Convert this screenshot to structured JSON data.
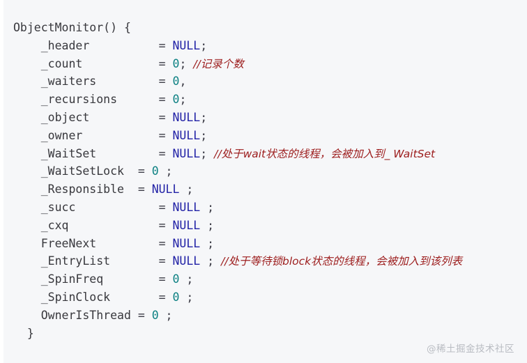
{
  "page": {
    "kind": "code-snippet",
    "language": "cpp",
    "background_color": "#f6f7f9",
    "gutter_color": "#ffffff"
  },
  "theme": {
    "plain_color": "#38383d",
    "operator_color": "#3c3c46",
    "keyword_color": "#2222a6",
    "number_color": "#0d8183",
    "comment_color": "#9c1c1c",
    "watermark_color": "#b9bcc2"
  },
  "watermark": {
    "text": "@稀土掘金技术社区"
  },
  "code": {
    "lines": [
      {
        "tokens": [
          {
            "t": "ObjectMonitor() {",
            "c": "plain"
          }
        ]
      },
      {
        "tokens": [
          {
            "t": "    _header          ",
            "c": "plain"
          },
          {
            "t": "= ",
            "c": "op"
          },
          {
            "t": "NULL",
            "c": "keyword"
          },
          {
            "t": ";",
            "c": "op"
          }
        ]
      },
      {
        "tokens": [
          {
            "t": "    _count           ",
            "c": "plain"
          },
          {
            "t": "= ",
            "c": "op"
          },
          {
            "t": "0",
            "c": "number"
          },
          {
            "t": "; ",
            "c": "op"
          },
          {
            "t": "//记录个数",
            "c": "comment"
          }
        ]
      },
      {
        "tokens": [
          {
            "t": "    _waiters         ",
            "c": "plain"
          },
          {
            "t": "= ",
            "c": "op"
          },
          {
            "t": "0",
            "c": "number"
          },
          {
            "t": ",",
            "c": "op"
          }
        ]
      },
      {
        "tokens": [
          {
            "t": "    _recursions      ",
            "c": "plain"
          },
          {
            "t": "= ",
            "c": "op"
          },
          {
            "t": "0",
            "c": "number"
          },
          {
            "t": ";",
            "c": "op"
          }
        ]
      },
      {
        "tokens": [
          {
            "t": "    _object          ",
            "c": "plain"
          },
          {
            "t": "= ",
            "c": "op"
          },
          {
            "t": "NULL",
            "c": "keyword"
          },
          {
            "t": ";",
            "c": "op"
          }
        ]
      },
      {
        "tokens": [
          {
            "t": "    _owner           ",
            "c": "plain"
          },
          {
            "t": "= ",
            "c": "op"
          },
          {
            "t": "NULL",
            "c": "keyword"
          },
          {
            "t": ";",
            "c": "op"
          }
        ]
      },
      {
        "tokens": [
          {
            "t": "    _WaitSet         ",
            "c": "plain"
          },
          {
            "t": "= ",
            "c": "op"
          },
          {
            "t": "NULL",
            "c": "keyword"
          },
          {
            "t": "; ",
            "c": "op"
          },
          {
            "t": "//处于wait状态的线程，会被加入到_ WaitSet",
            "c": "comment"
          }
        ]
      },
      {
        "tokens": [
          {
            "t": "    _WaitSetLock  ",
            "c": "plain"
          },
          {
            "t": "= ",
            "c": "op"
          },
          {
            "t": "0",
            "c": "number"
          },
          {
            "t": " ;",
            "c": "op"
          }
        ]
      },
      {
        "tokens": [
          {
            "t": "    _Responsible  ",
            "c": "plain"
          },
          {
            "t": "= ",
            "c": "op"
          },
          {
            "t": "NULL",
            "c": "keyword"
          },
          {
            "t": " ;",
            "c": "op"
          }
        ]
      },
      {
        "tokens": [
          {
            "t": "    _succ            ",
            "c": "plain"
          },
          {
            "t": "= ",
            "c": "op"
          },
          {
            "t": "NULL",
            "c": "keyword"
          },
          {
            "t": " ;",
            "c": "op"
          }
        ]
      },
      {
        "tokens": [
          {
            "t": "    _cxq             ",
            "c": "plain"
          },
          {
            "t": "= ",
            "c": "op"
          },
          {
            "t": "NULL",
            "c": "keyword"
          },
          {
            "t": " ;",
            "c": "op"
          }
        ]
      },
      {
        "tokens": [
          {
            "t": "    FreeNext         ",
            "c": "plain"
          },
          {
            "t": "= ",
            "c": "op"
          },
          {
            "t": "NULL",
            "c": "keyword"
          },
          {
            "t": " ;",
            "c": "op"
          }
        ]
      },
      {
        "tokens": [
          {
            "t": "    _EntryList       ",
            "c": "plain"
          },
          {
            "t": "= ",
            "c": "op"
          },
          {
            "t": "NULL",
            "c": "keyword"
          },
          {
            "t": " ; ",
            "c": "op"
          },
          {
            "t": "//处于等待锁block状态的线程，会被加入到该列表",
            "c": "comment"
          }
        ]
      },
      {
        "tokens": [
          {
            "t": "    _SpinFreq        ",
            "c": "plain"
          },
          {
            "t": "= ",
            "c": "op"
          },
          {
            "t": "0",
            "c": "number"
          },
          {
            "t": " ;",
            "c": "op"
          }
        ]
      },
      {
        "tokens": [
          {
            "t": "    _SpinClock       ",
            "c": "plain"
          },
          {
            "t": "= ",
            "c": "op"
          },
          {
            "t": "0",
            "c": "number"
          },
          {
            "t": " ;",
            "c": "op"
          }
        ]
      },
      {
        "tokens": [
          {
            "t": "    OwnerIsThread ",
            "c": "plain"
          },
          {
            "t": "= ",
            "c": "op"
          },
          {
            "t": "0",
            "c": "number"
          },
          {
            "t": " ;",
            "c": "op"
          }
        ]
      },
      {
        "tokens": [
          {
            "t": "  }",
            "c": "plain"
          }
        ]
      }
    ]
  }
}
